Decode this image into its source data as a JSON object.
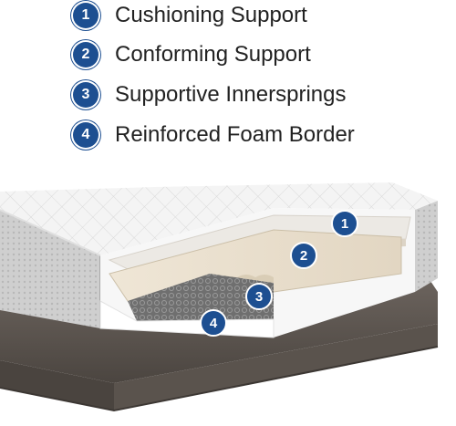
{
  "colors": {
    "badge": "#1d4f91",
    "label_text": "#222222"
  },
  "legend": [
    {
      "number": "1",
      "label": "Cushioning Support"
    },
    {
      "number": "2",
      "label": "Conforming Support"
    },
    {
      "number": "3",
      "label": "Supportive Innersprings"
    },
    {
      "number": "4",
      "label": "Reinforced Foam Border"
    }
  ],
  "markers": [
    {
      "number": "1"
    },
    {
      "number": "2"
    },
    {
      "number": "3"
    },
    {
      "number": "4"
    }
  ]
}
